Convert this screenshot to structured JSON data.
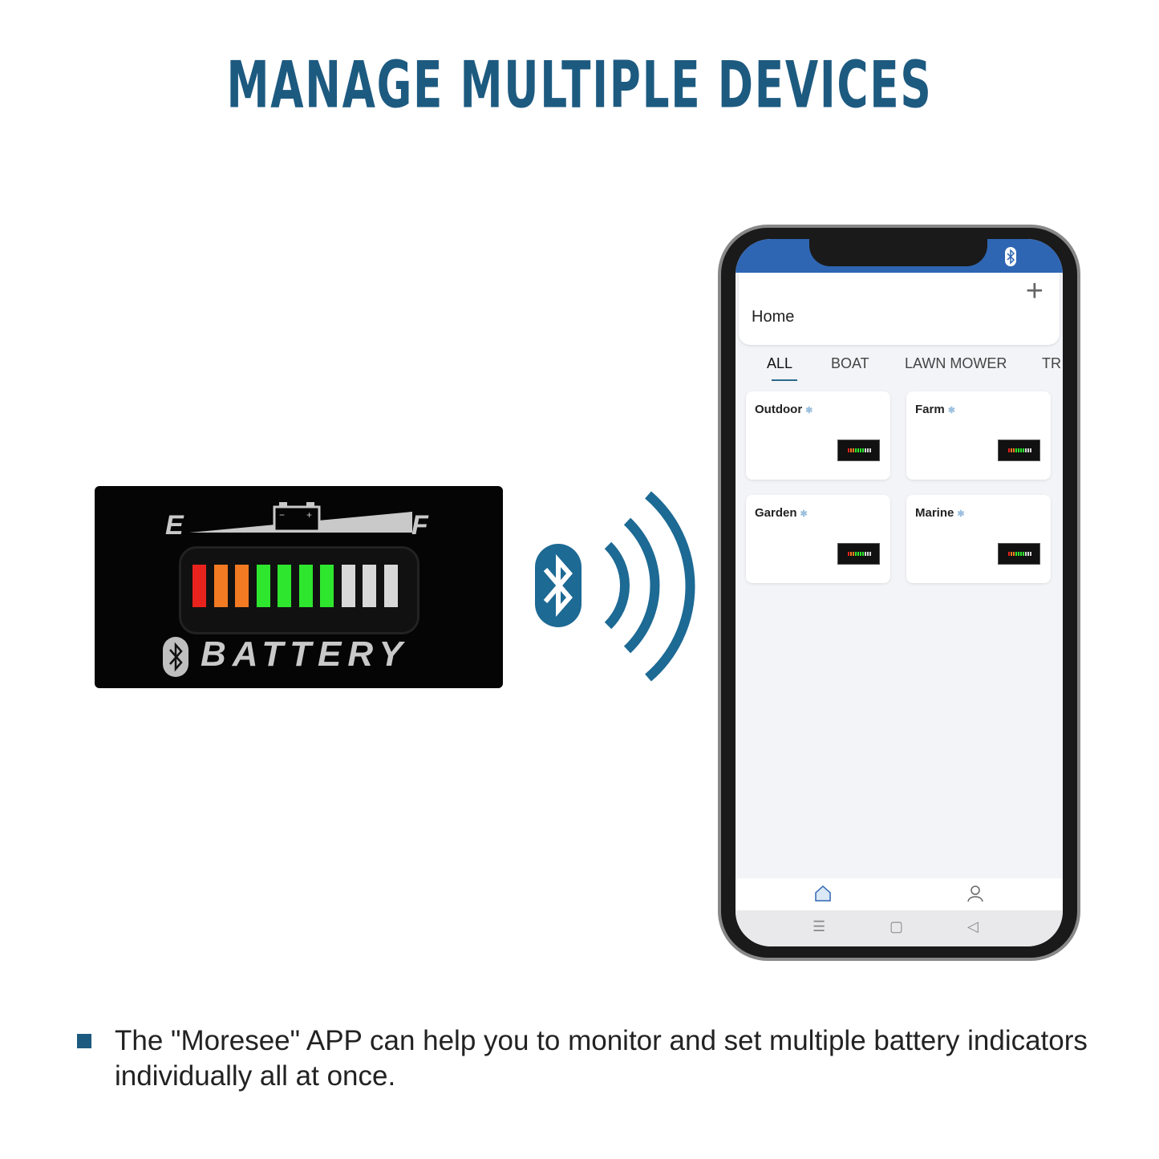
{
  "title": "MANAGE MULTIPLE DEVICES",
  "device": {
    "empty_label": "E",
    "full_label": "F",
    "brand_label": "BATTERY",
    "segments": [
      "#e8231d",
      "#f27a22",
      "#f27a22",
      "#2ee62e",
      "#2ee62e",
      "#2ee62e",
      "#2ee62e",
      "#d8d8d8",
      "#d8d8d8",
      "#d8d8d8"
    ],
    "lit_segments": 7,
    "total_segments": 10
  },
  "phone": {
    "header_title": "Home",
    "add_icon": "+",
    "tabs": [
      {
        "label": "ALL",
        "active": true
      },
      {
        "label": "BOAT",
        "active": false
      },
      {
        "label": "LAWN MOWER",
        "active": false
      },
      {
        "label": "TR",
        "active": false
      }
    ],
    "devices": [
      {
        "name": "Outdoor"
      },
      {
        "name": "Farm"
      },
      {
        "name": "Garden"
      },
      {
        "name": "Marine"
      }
    ],
    "bt_glyph": "✱",
    "sysnav": {
      "menu": "☰",
      "home": "▢",
      "back": "◁"
    }
  },
  "colors": {
    "accent": "#1d5a80",
    "status_bar": "#2f66b3"
  },
  "description": "The \"Moresee\" APP can help you to monitor and set multiple battery indicators individually all at once."
}
